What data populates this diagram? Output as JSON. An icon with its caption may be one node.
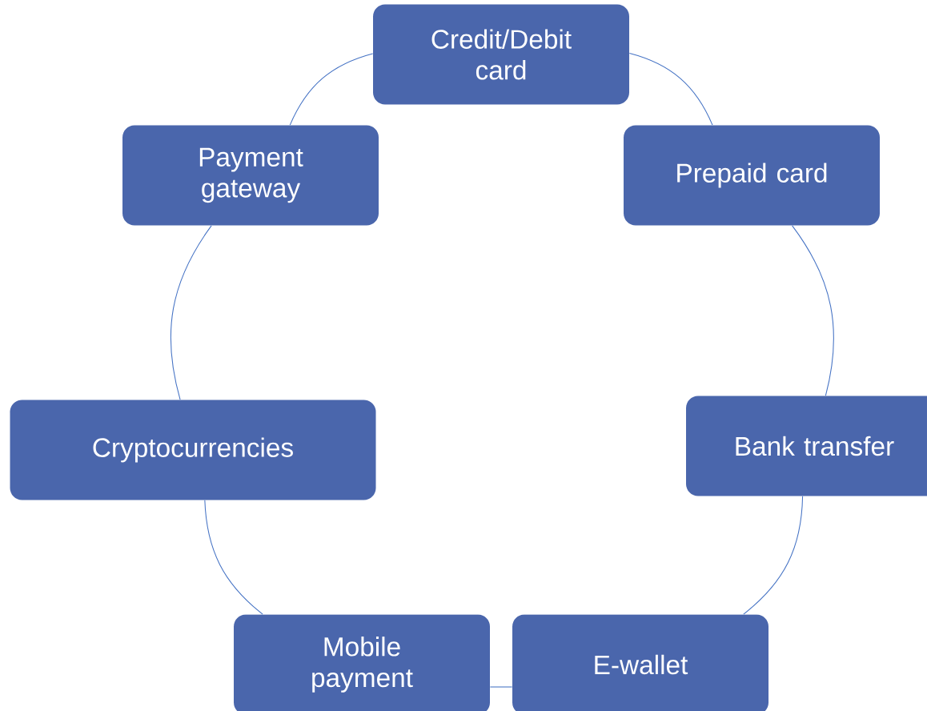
{
  "diagram": {
    "nodes": [
      {
        "text": [
          "Credit/Debit card"
        ]
      },
      {
        "text": [
          "Payment gateway"
        ]
      },
      {
        "text": [
          "Prepaid card"
        ]
      },
      {
        "text": [
          "Cryptocurrencies"
        ]
      },
      {
        "text": [
          "Bank transfer"
        ]
      },
      {
        "text": [
          "Mobile payment"
        ]
      },
      {
        "text": [
          "E-wallet"
        ]
      }
    ],
    "edges": [
      {
        "from": 0,
        "to": 2,
        "arrow": "none"
      },
      {
        "from": 2,
        "to": 4,
        "arrow": "none"
      },
      {
        "from": 4,
        "to": 6,
        "arrow": "none"
      },
      {
        "from": 6,
        "to": 5,
        "arrow": "none"
      },
      {
        "from": 5,
        "to": 3,
        "arrow": "none"
      },
      {
        "from": 3,
        "to": 1,
        "arrow": "none"
      },
      {
        "from": 1,
        "to": 0,
        "arrow": "none"
      }
    ]
  }
}
